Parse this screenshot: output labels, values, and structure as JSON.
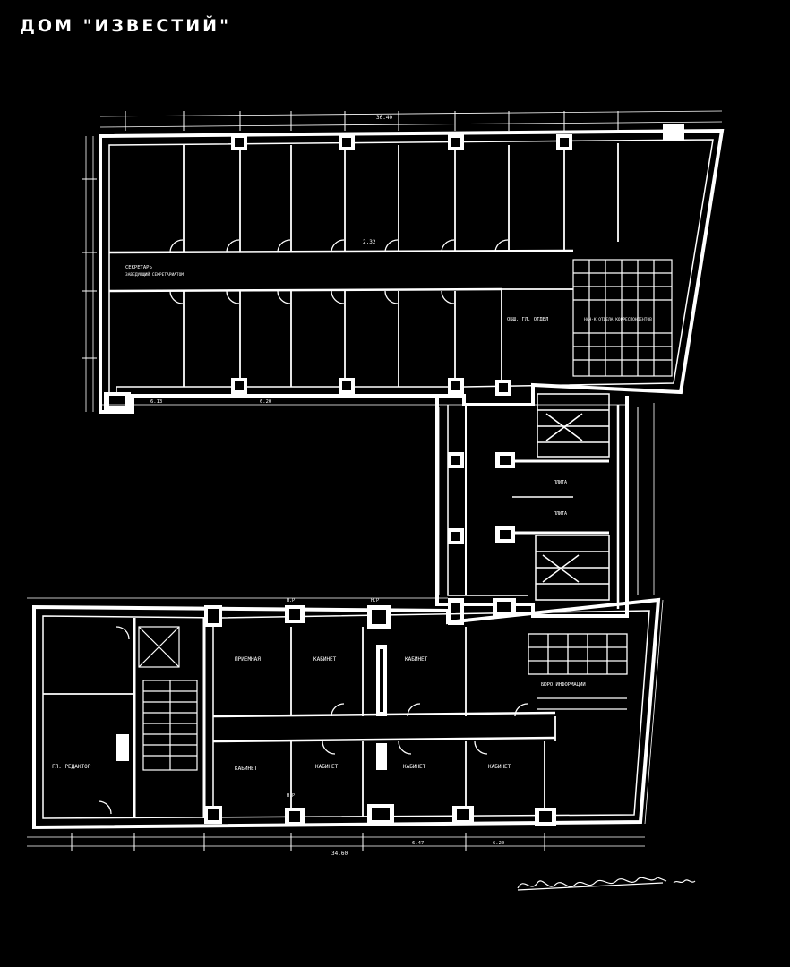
{
  "title": "ДОМ \"ИЗВЕСТИЙ\"",
  "colors": {
    "background": "#000000",
    "linework": "#ffffff"
  },
  "signature": "Архитектор Г.Бархин 1.XI.26",
  "rooms": {
    "sekretar": "СЕКРЕТАРЬ",
    "zav_sekretar": "ЗАВЕДУЮЩИЙ СЕКРЕТАРИАТОМ",
    "ogl": "ОБЩ. ГЛ. ОТДЕЛ",
    "nach_otdela": "НАЧ-К ОТДЕЛА КОРРЕСПОНДЕНТОВ",
    "plita_1": "ПЛИТА",
    "plita_2": "ПЛИТА",
    "priemnaya": "ПРИЕМНАЯ",
    "kabinet_1": "КАБИНЕТ",
    "kabinet_2": "КАБИНЕТ",
    "kabinet_3": "КАБИНЕТ",
    "kabinet_4": "КАБИНЕТ",
    "kabinet_5": "КАБИНЕТ",
    "kabinet_6": "КАБИНЕТ",
    "buro": "БЮРО ИНФОРМАЦИИ",
    "redaktor": "ГЛ. РЕДАКТОР",
    "nr_1": "Н.Р",
    "nr_2": "Н.Р",
    "nr_3": "Н.Р"
  },
  "dimensions": {
    "top_total": "36.40",
    "corridor": "2.32",
    "h1": "6.13",
    "h2": "6.20",
    "bottom_total": "34.60",
    "d1": "6.47",
    "d2": "6.20"
  }
}
